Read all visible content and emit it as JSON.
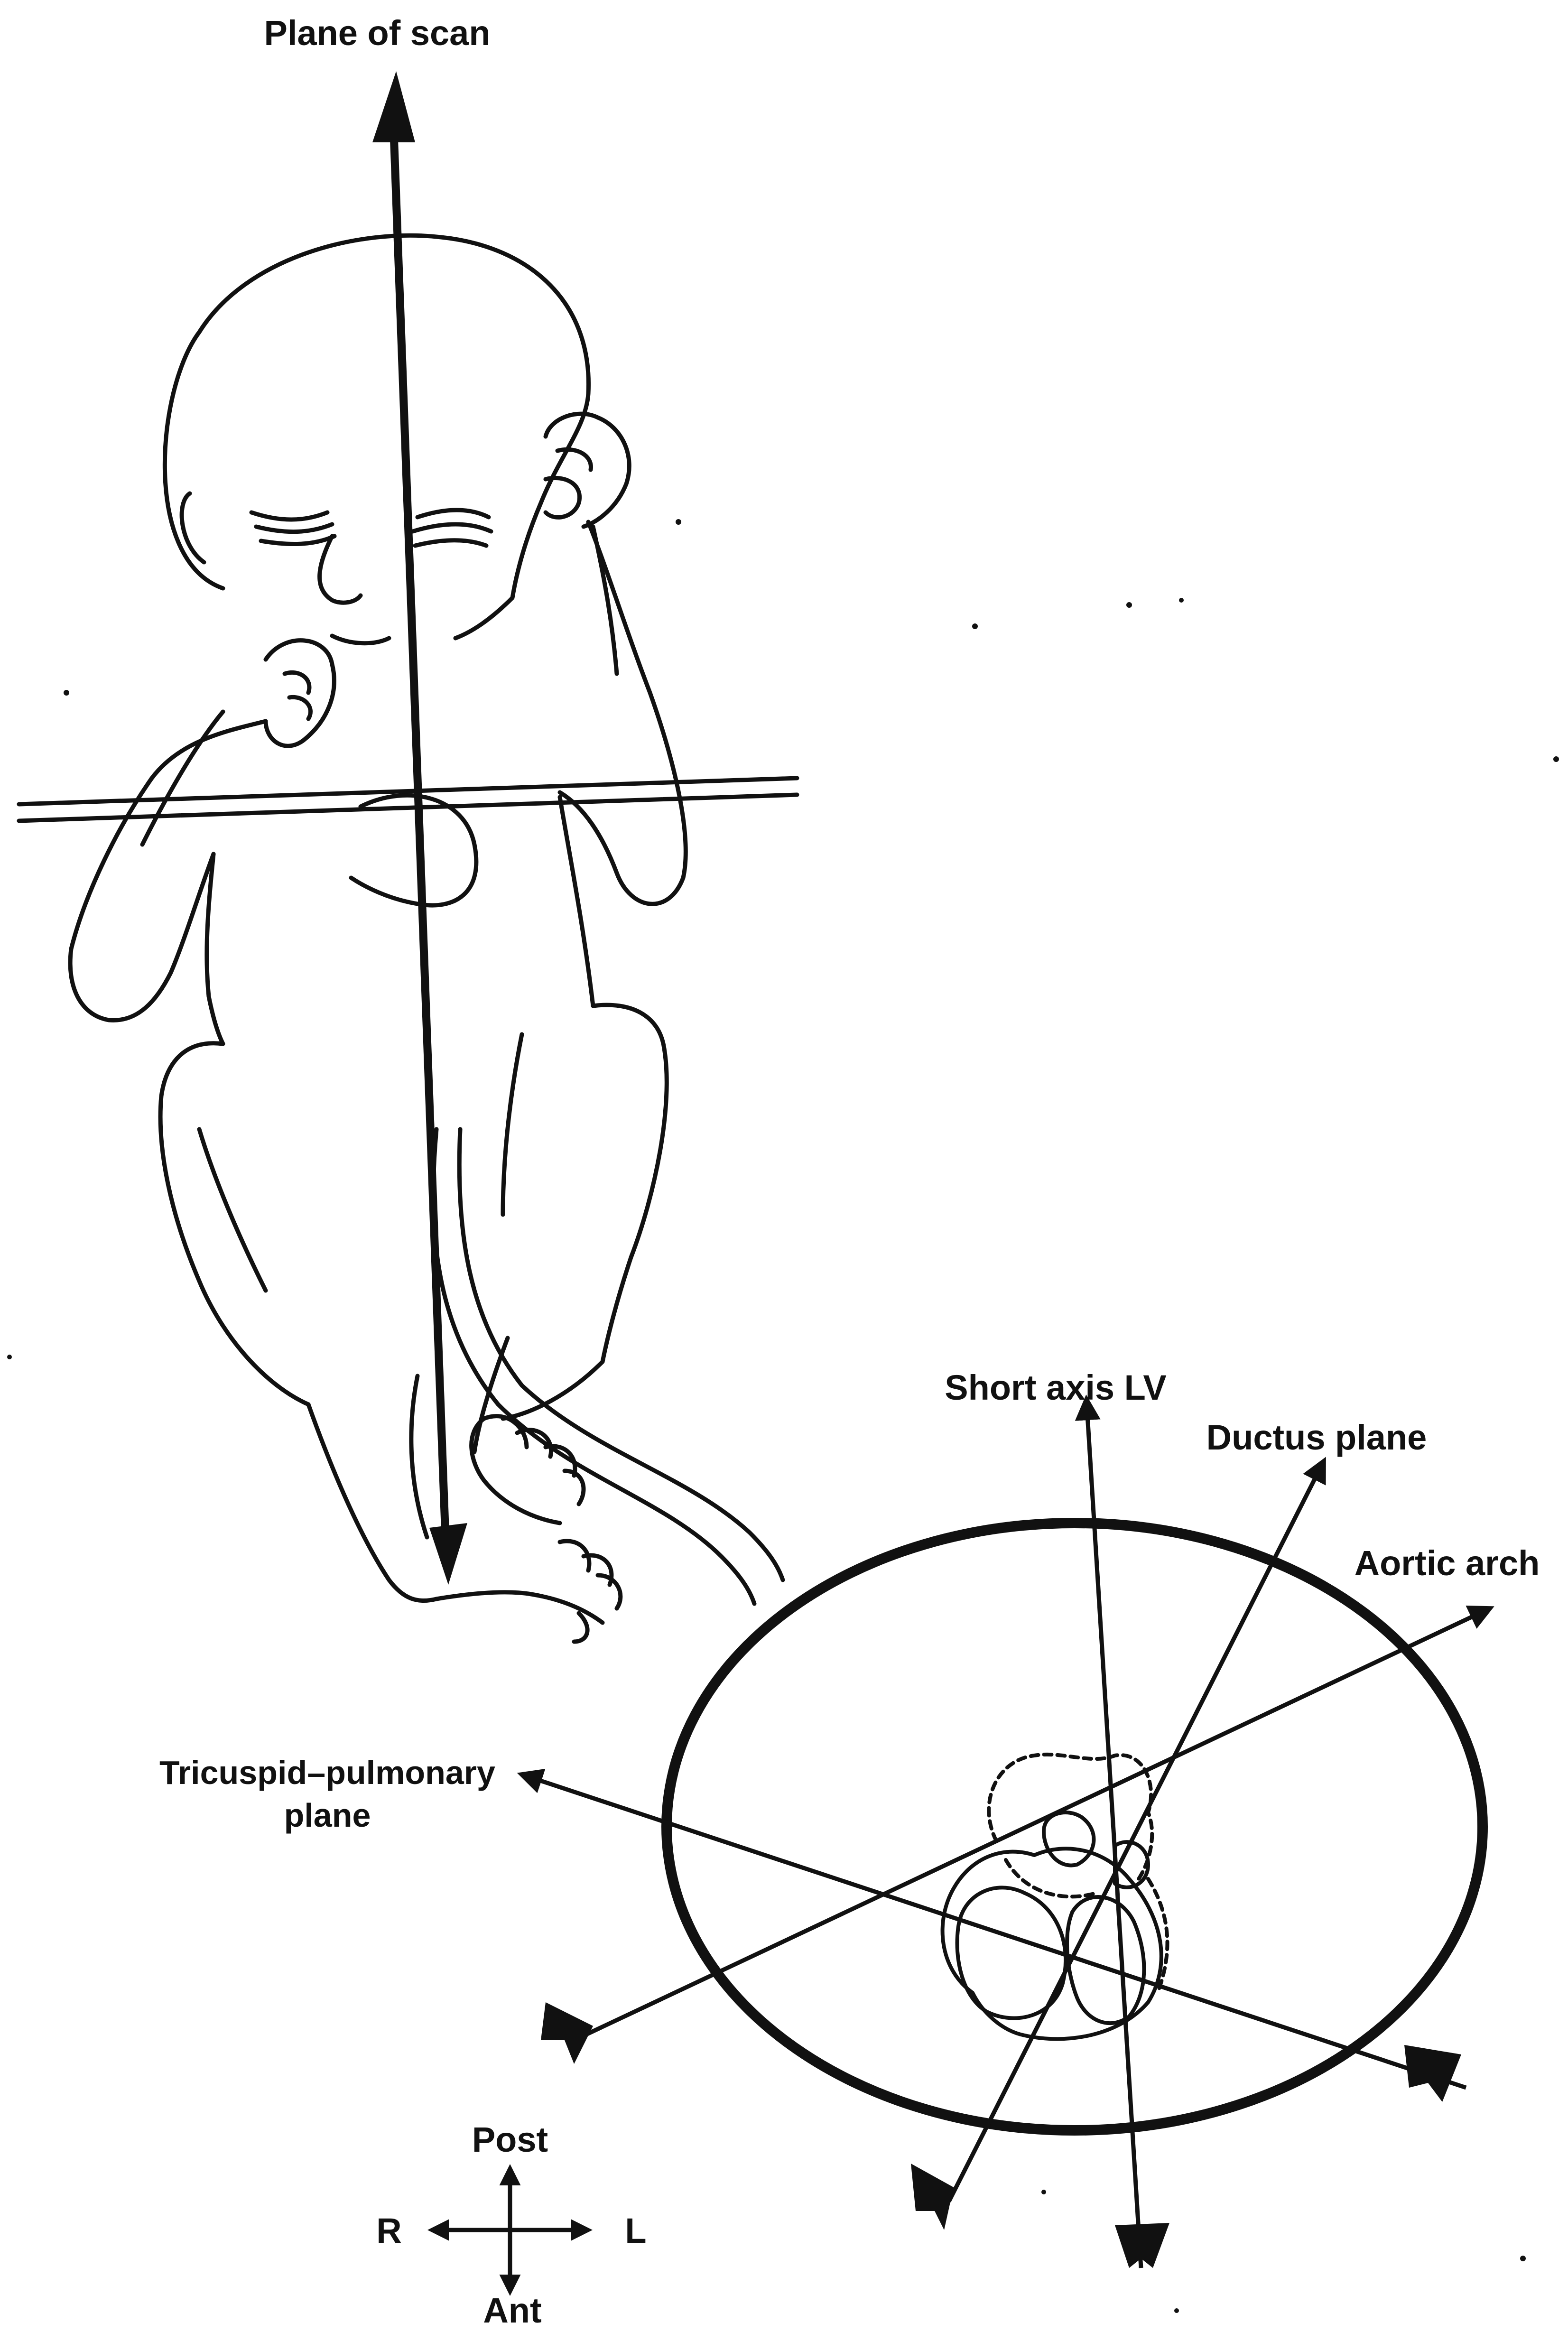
{
  "labels": {
    "plane_of_scan": "Plane of scan",
    "short_axis_lv": "Short axis LV",
    "ductus_plane": "Ductus plane",
    "aortic_arch": "Aortic arch",
    "tricuspid_line1": "Tricuspid–pulmonary",
    "tricuspid_line2": "plane"
  },
  "compass": {
    "post": "Post",
    "ant": "Ant",
    "right": "R",
    "left": "L"
  },
  "colors": {
    "ink": "#111111",
    "background": "#ffffff"
  }
}
